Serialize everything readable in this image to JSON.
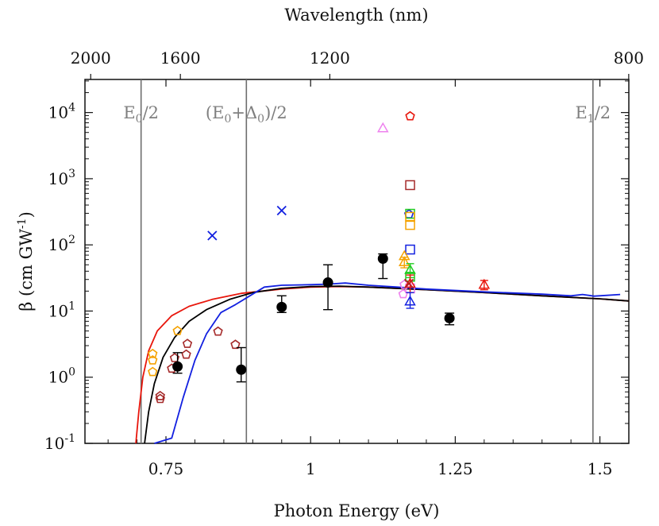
{
  "chart_data": {
    "type": "scatter",
    "xlabel": "Photon Energy (eV)",
    "ylabel_main": "β (cm GW",
    "ylabel_sup": "-1",
    "ylabel_close": ")",
    "top_xlabel": "Wavelength (nm)",
    "xlim": [
      0.61,
      1.55
    ],
    "ylim_log10": [
      -1,
      4.5
    ],
    "y_scale": "log",
    "grid": false,
    "x_ticks": [
      {
        "value": 0.75,
        "label": "0.75"
      },
      {
        "value": 1.0,
        "label": "1"
      },
      {
        "value": 1.25,
        "label": "1.25"
      },
      {
        "value": 1.5,
        "label": "1.5"
      }
    ],
    "y_ticks": [
      {
        "exp": -1,
        "base": "10",
        "sup": "-1"
      },
      {
        "exp": 0,
        "base": "10",
        "sup": "0"
      },
      {
        "exp": 1,
        "base": "10",
        "sup": "1"
      },
      {
        "exp": 2,
        "base": "10",
        "sup": "2"
      },
      {
        "exp": 3,
        "base": "10",
        "sup": "3"
      },
      {
        "exp": 4,
        "base": "10",
        "sup": "4"
      }
    ],
    "top_ticks": [
      {
        "wavelength": 2000,
        "label": "2000"
      },
      {
        "wavelength": 1600,
        "label": "1600"
      },
      {
        "wavelength": 1200,
        "label": "1200"
      },
      {
        "wavelength": 800,
        "label": "800"
      }
    ],
    "vertical_lines": [
      {
        "x": 0.707,
        "label_main": "E",
        "label_sub": "0",
        "label_tail": "/2"
      },
      {
        "x": 0.889,
        "label_main": "(E",
        "label_sub": "0",
        "label_mid": "+Δ",
        "label_sub2": "0",
        "label_tail": ")/2"
      },
      {
        "x": 1.488,
        "label_main": "E",
        "label_sub": "1",
        "label_tail": "/2"
      }
    ],
    "curves": [
      {
        "color": "#e8160c",
        "points": [
          [
            0.698,
            0.1
          ],
          [
            0.703,
            0.3
          ],
          [
            0.71,
            1.0
          ],
          [
            0.72,
            2.5
          ],
          [
            0.735,
            5.0
          ],
          [
            0.76,
            8.5
          ],
          [
            0.79,
            11.8
          ],
          [
            0.83,
            15.0
          ],
          [
            0.88,
            18.5
          ],
          [
            0.95,
            21.5
          ],
          [
            1.0,
            23.0
          ],
          [
            1.05,
            23.5
          ],
          [
            1.1,
            23.0
          ],
          [
            1.2,
            21.0
          ],
          [
            1.3,
            19.0
          ],
          [
            1.4,
            17.0
          ],
          [
            1.5,
            15.3
          ],
          [
            1.55,
            14.2
          ]
        ]
      },
      {
        "color": "#000000",
        "points": [
          [
            0.713,
            0.1
          ],
          [
            0.72,
            0.3
          ],
          [
            0.73,
            0.8
          ],
          [
            0.745,
            2.0
          ],
          [
            0.765,
            4.0
          ],
          [
            0.79,
            7.0
          ],
          [
            0.82,
            10.5
          ],
          [
            0.86,
            15.0
          ],
          [
            0.9,
            19.0
          ],
          [
            0.95,
            22.0
          ],
          [
            1.0,
            23.5
          ],
          [
            1.05,
            23.8
          ],
          [
            1.1,
            23.0
          ],
          [
            1.2,
            21.0
          ],
          [
            1.3,
            19.0
          ],
          [
            1.4,
            17.0
          ],
          [
            1.5,
            15.3
          ],
          [
            1.55,
            14.2
          ]
        ]
      },
      {
        "color": "#1220e0",
        "points": [
          [
            0.73,
            0.1
          ],
          [
            0.76,
            0.12
          ],
          [
            0.78,
            0.5
          ],
          [
            0.8,
            1.8
          ],
          [
            0.82,
            4.5
          ],
          [
            0.845,
            9.5
          ],
          [
            0.87,
            12.5
          ],
          [
            0.895,
            17.0
          ],
          [
            0.92,
            23.0
          ],
          [
            0.95,
            24.5
          ],
          [
            1.0,
            25.0
          ],
          [
            1.03,
            25.5
          ],
          [
            1.06,
            26.5
          ],
          [
            1.1,
            24.5
          ],
          [
            1.15,
            23.0
          ],
          [
            1.2,
            21.5
          ],
          [
            1.3,
            19.5
          ],
          [
            1.4,
            18.0
          ],
          [
            1.45,
            17.0
          ],
          [
            1.47,
            17.8
          ],
          [
            1.49,
            16.8
          ],
          [
            1.51,
            17.2
          ],
          [
            1.535,
            17.8
          ]
        ]
      }
    ],
    "black_points": [
      {
        "x": 0.77,
        "y": 1.45,
        "lo": 1.15,
        "hi": 2.35
      },
      {
        "x": 0.88,
        "y": 1.3,
        "lo": 0.85,
        "hi": 2.8
      },
      {
        "x": 0.95,
        "y": 11.5,
        "lo": 9.5,
        "hi": 17.0
      },
      {
        "x": 1.03,
        "y": 27.0,
        "lo": 10.5,
        "hi": 50.0
      },
      {
        "x": 1.125,
        "y": 62.0,
        "lo": 31.0,
        "hi": 73.0
      },
      {
        "x": 1.24,
        "y": 7.8,
        "lo": 6.2,
        "hi": 9.3
      }
    ],
    "crosses": [
      {
        "x": 0.83,
        "y": 138,
        "color": "#1220e0"
      },
      {
        "x": 0.95,
        "y": 330,
        "color": "#1220e0"
      },
      {
        "x": 1.17,
        "y": 26,
        "color": "#b22222"
      }
    ],
    "pentagons": [
      {
        "x": 0.727,
        "y": 2.25,
        "color": "#f5a200"
      },
      {
        "x": 0.727,
        "y": 1.8,
        "color": "#f5a200"
      },
      {
        "x": 0.727,
        "y": 1.2,
        "color": "#f5a200"
      },
      {
        "x": 0.77,
        "y": 5.0,
        "color": "#f5a200"
      },
      {
        "x": 0.74,
        "y": 0.52,
        "color": "#a52a2a"
      },
      {
        "x": 0.74,
        "y": 0.47,
        "color": "#a52a2a"
      },
      {
        "x": 0.76,
        "y": 1.35,
        "color": "#a52a2a"
      },
      {
        "x": 0.765,
        "y": 1.95,
        "color": "#a52a2a"
      },
      {
        "x": 0.785,
        "y": 2.2,
        "color": "#a52a2a"
      },
      {
        "x": 0.787,
        "y": 3.2,
        "color": "#a52a2a"
      },
      {
        "x": 0.84,
        "y": 4.9,
        "color": "#a52a2a"
      },
      {
        "x": 0.87,
        "y": 3.1,
        "color": "#a52a2a"
      },
      {
        "x": 1.17,
        "y": 290,
        "color": "#1220e0"
      },
      {
        "x": 1.172,
        "y": 8800,
        "color": "#e8160c"
      },
      {
        "x": 1.16,
        "y": 18,
        "color": "#ee82ee"
      },
      {
        "x": 1.162,
        "y": 25,
        "color": "#ee82ee"
      }
    ],
    "squares": [
      {
        "x": 1.172,
        "y": 800,
        "color": "#a52a2a"
      },
      {
        "x": 1.172,
        "y": 295,
        "color": "#22cc22"
      },
      {
        "x": 1.172,
        "y": 265,
        "color": "#f5a200"
      },
      {
        "x": 1.172,
        "y": 200,
        "color": "#f5a200"
      },
      {
        "x": 1.172,
        "y": 85,
        "color": "#1220e0"
      },
      {
        "x": 1.172,
        "y": 33,
        "color": "#22cc22"
      },
      {
        "x": 1.172,
        "y": 22,
        "color": "#ee82ee"
      }
    ],
    "triangles": [
      {
        "x": 1.125,
        "y": 5800,
        "color": "#ee82ee"
      },
      {
        "x": 1.162,
        "y": 68,
        "color": "#f5a200"
      },
      {
        "x": 1.162,
        "y": 55,
        "color": "#f5a200",
        "err": [
          45,
          65
        ]
      },
      {
        "x": 1.172,
        "y": 42,
        "color": "#22cc22",
        "err": [
          32,
          52
        ]
      },
      {
        "x": 1.172,
        "y": 26,
        "color": "#e8160c",
        "err": [
          19,
          35
        ]
      },
      {
        "x": 1.172,
        "y": 14,
        "color": "#1220e0",
        "err": [
          11,
          19
        ]
      },
      {
        "x": 1.3,
        "y": 25,
        "color": "#e8160c",
        "err": [
          21,
          29
        ]
      }
    ]
  }
}
